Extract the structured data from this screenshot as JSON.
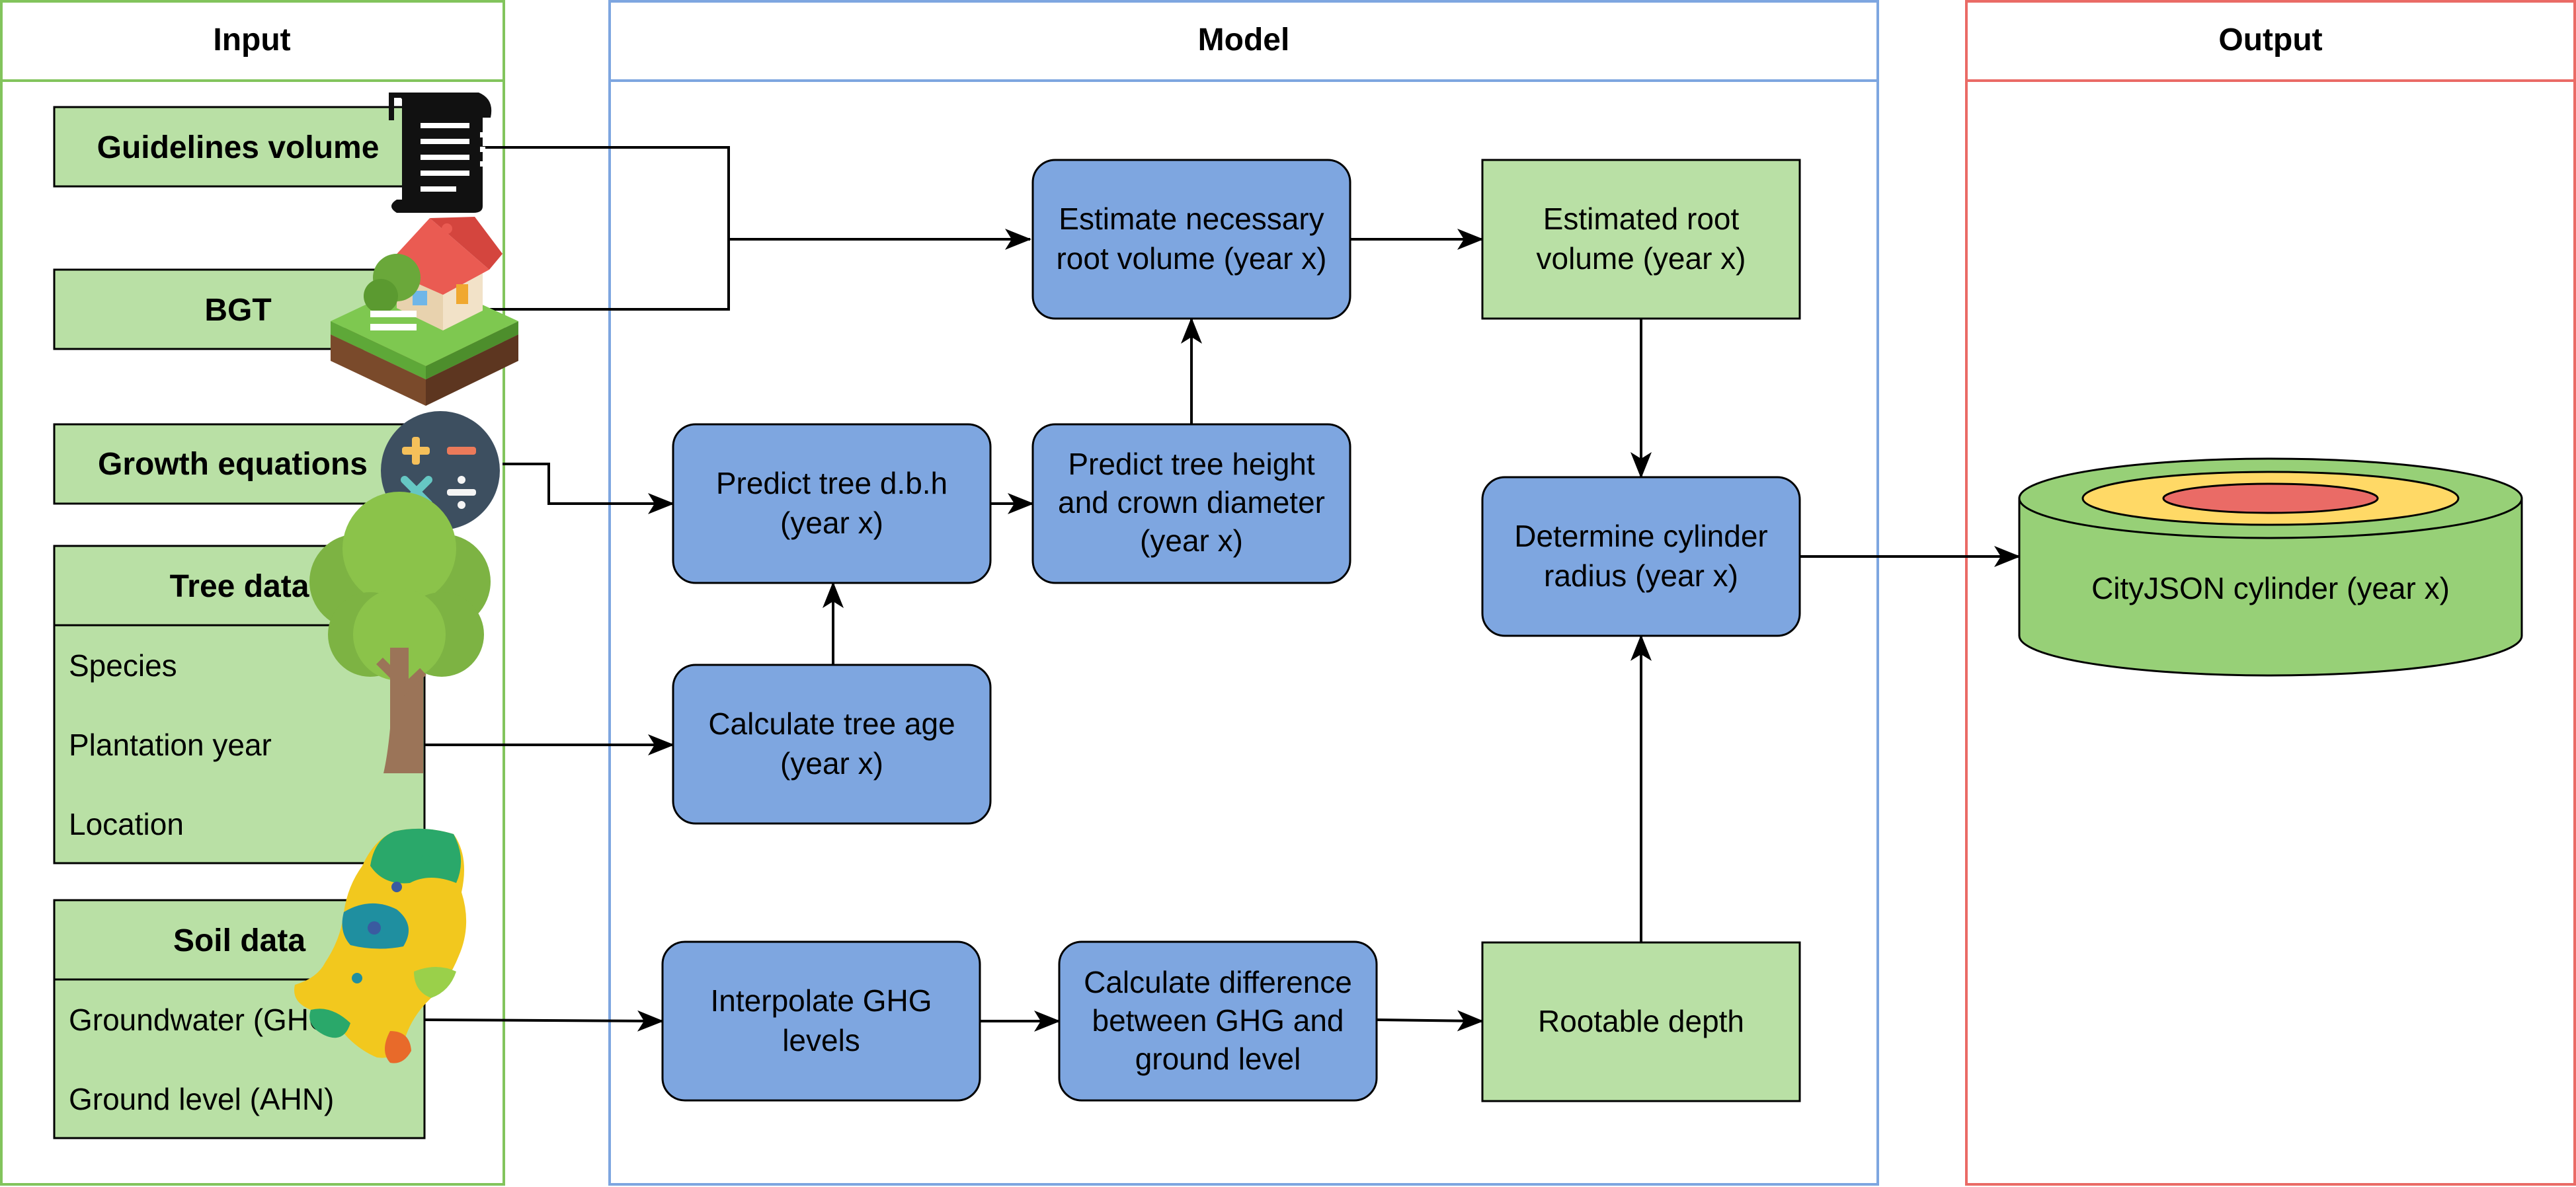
{
  "lanes": {
    "input": "Input",
    "model": "Model",
    "output": "Output"
  },
  "inputs": {
    "guidelines": "Guidelines volume",
    "bgt": "BGT",
    "growth": "Growth equations",
    "tree": {
      "title": "Tree data",
      "items": [
        "Species",
        "Plantation year",
        "Location"
      ]
    },
    "soil": {
      "title": "Soil data",
      "items": [
        "Groundwater (GHG)",
        "Ground level (AHN)"
      ]
    }
  },
  "model": {
    "estimate_root": [
      "Estimate necessary",
      "root volume (year x)"
    ],
    "estimated_root": [
      "Estimated root",
      "volume (year x)"
    ],
    "predict_dbh": [
      "Predict tree d.b.h",
      "(year x)"
    ],
    "predict_height": [
      "Predict tree height",
      "and crown diameter",
      "(year x)"
    ],
    "determine_radius": [
      "Determine cylinder",
      "radius (year x)"
    ],
    "calc_age": [
      "Calculate tree age",
      "(year x)"
    ],
    "interp_ghg": [
      "Interpolate GHG",
      "levels"
    ],
    "calc_diff": [
      "Calculate difference",
      "between GHG and",
      "ground level"
    ],
    "rootable_depth": [
      "Rootable depth"
    ]
  },
  "output": {
    "cylinder": "CityJSON cylinder (year x)"
  },
  "colors": {
    "input_lane": "#82c45c",
    "model_lane": "#7ea6e0",
    "output_lane": "#ea6b66",
    "green_fill": "#b9e0a5",
    "blue_fill": "#7ea6e0",
    "cylinder_green": "#97d077",
    "ring_yellow": "#ffd966",
    "core_red": "#ea6b66"
  },
  "icons": [
    "scroll-icon",
    "house-icon",
    "calculator-icon",
    "tree-icon",
    "netherlands-map-icon"
  ]
}
